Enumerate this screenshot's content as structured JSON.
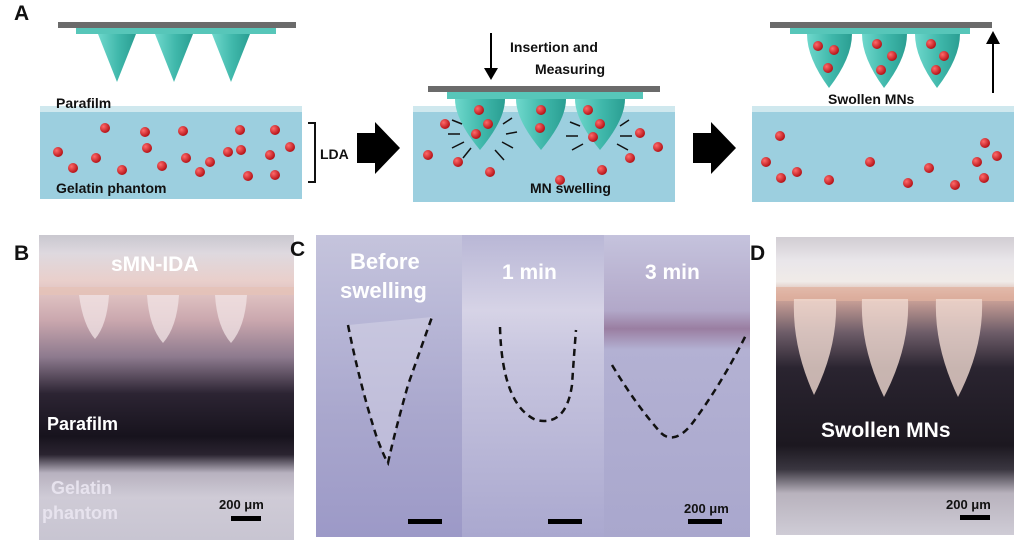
{
  "panel_labels": {
    "a": "A",
    "b": "B",
    "c": "C",
    "d": "D"
  },
  "schematic": {
    "parafilm": "Parafilm",
    "gelatin": "Gelatin phantom",
    "lda": "LDA",
    "insertion_line1": "Insertion and",
    "insertion_line2": "Measuring",
    "mn_swelling": "MN swelling",
    "swollen": "Swollen MNs"
  },
  "photo_b": {
    "title": "sMN-IDA",
    "parafilm": "Parafilm",
    "gelatin_line1": "Gelatin",
    "gelatin_line2": "phantom",
    "scale": "200 μm"
  },
  "photo_c": {
    "before_line1": "Before",
    "before_line2": "swelling",
    "t1": "1 min",
    "t3": "3 min",
    "scale": "200 μm"
  },
  "photo_d": {
    "title": "Swollen MNs",
    "scale": "200 μm"
  },
  "colors": {
    "gelatin": "#9ccfdf",
    "needle": "#4ec7ba",
    "plate": "#6b6b6b",
    "dot": "#d0161b",
    "arrow": "#000000"
  }
}
